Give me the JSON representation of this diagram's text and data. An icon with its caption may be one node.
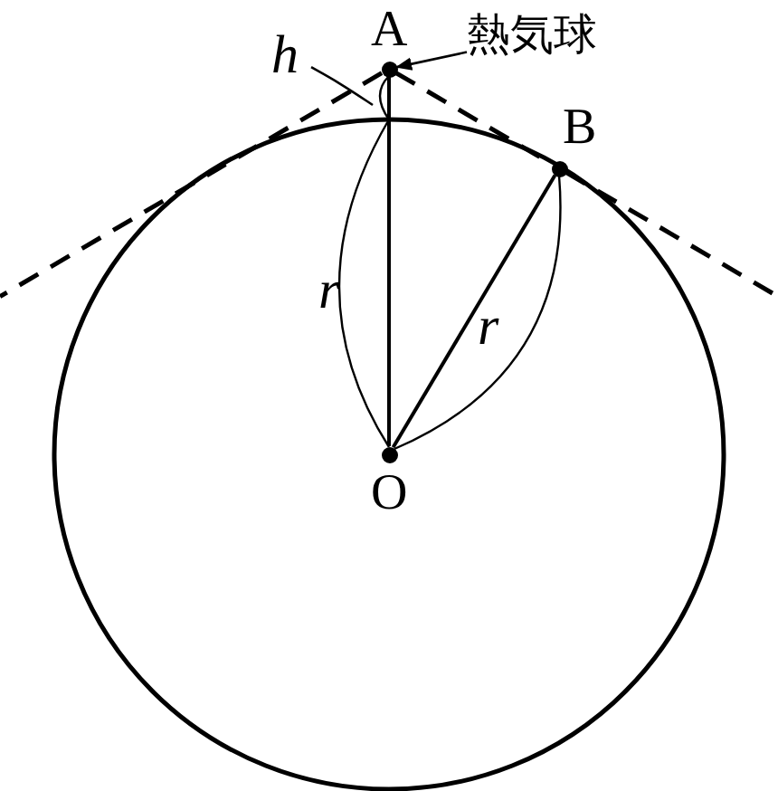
{
  "diagram": {
    "nodes": [
      {
        "text": [],
        "shape": "circle",
        "beside": [
          "A"
        ]
      },
      {
        "text": [],
        "shape": "circle",
        "beside": [
          "B"
        ]
      },
      {
        "text": [],
        "shape": "circle",
        "beside": [
          "O"
        ]
      },
      {
        "text": [
          "熱気球"
        ]
      },
      {
        "text": [
          "h"
        ]
      }
    ],
    "edges": [
      {
        "from": 0,
        "to": 2,
        "arrow": "none"
      },
      {
        "from": 1,
        "to": 2,
        "arrow": "none"
      },
      {
        "from": 0,
        "to": 1,
        "arrow": "none",
        "style": "dashed"
      },
      {
        "from": 3,
        "to": 0,
        "arrow": "to"
      },
      {
        "from": 4,
        "to": null,
        "arrow": "none"
      }
    ],
    "labels": [
      "r",
      "r"
    ]
  }
}
